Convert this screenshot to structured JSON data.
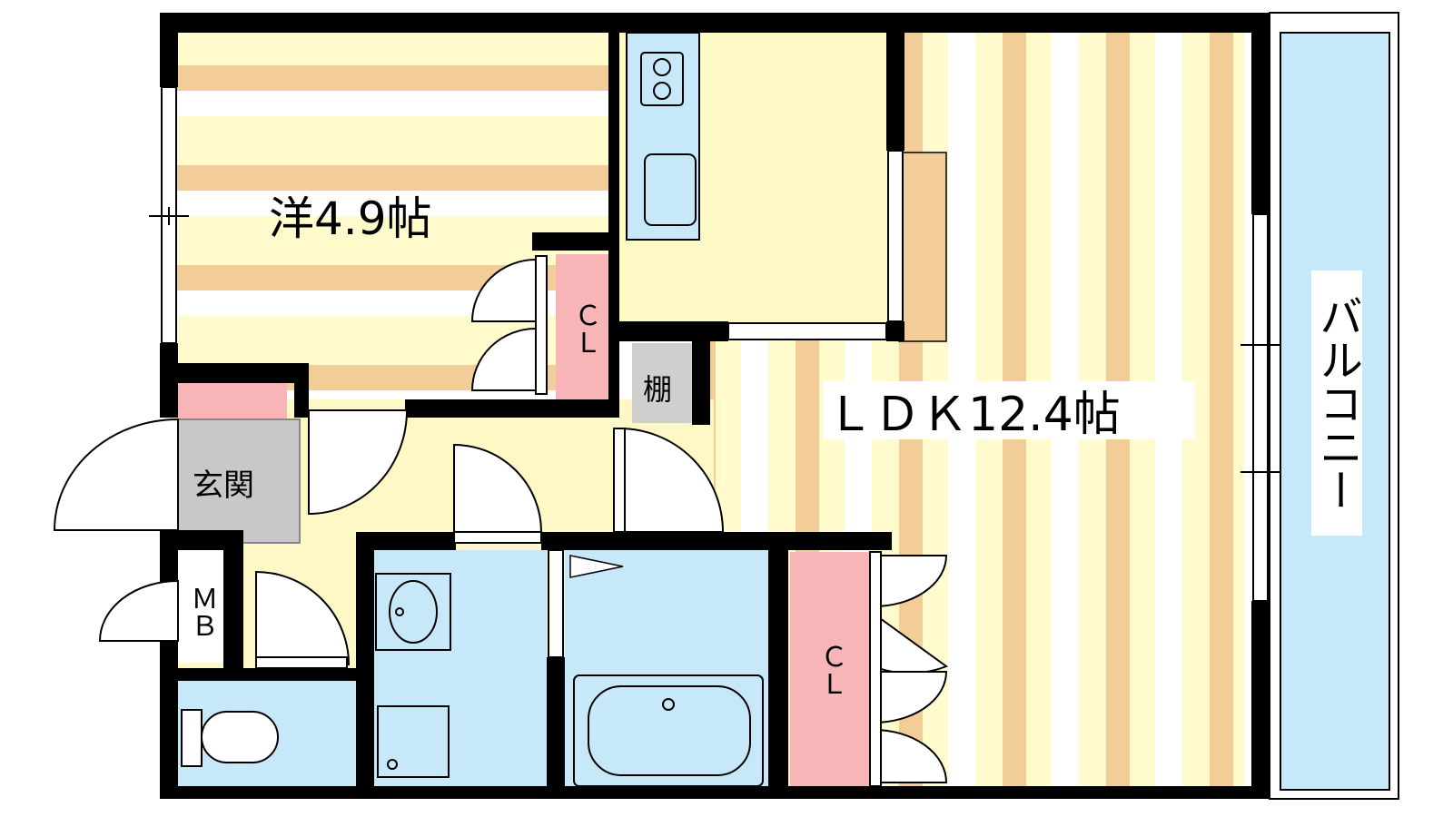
{
  "rooms": {
    "western": "洋4.9帖",
    "ldk": "ＬＤＫ12.4帖",
    "entrance": "玄関",
    "shelf": "棚",
    "closet_1": "ＣＬ",
    "closet_2": "ＣＬ",
    "meter_box": "ＭＢ",
    "balcony": "バルコニー"
  },
  "colors": {
    "wall": "#000000",
    "floor_stripe_tan": "#f2cd97",
    "floor_stripe_cream": "#fffbcc",
    "kitchen_yellow": "#fdf9c4",
    "hall_yellow": "#fdf8c6",
    "water_blue": "#c6e8f8",
    "closet_pink": "#f7b5b8",
    "entrance_gray": "#c8c8c8",
    "shelf_gray": "#cfcfcf",
    "balcony_blue": "#c6e8f8"
  }
}
